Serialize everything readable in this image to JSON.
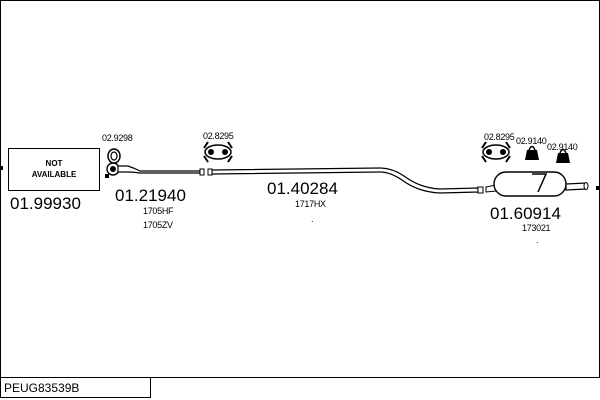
{
  "not_available": {
    "line1": "NOT",
    "line2": "AVAILABLE"
  },
  "parts": [
    {
      "number": "01.99930"
    },
    {
      "number": "01.21940",
      "refs": [
        "1705HF",
        "1705ZV"
      ]
    },
    {
      "number": "01.40284",
      "refs": [
        "1717HX"
      ]
    },
    {
      "number": "01.60914",
      "refs": [
        "173021"
      ]
    }
  ],
  "accessories": [
    "02.9298",
    "02.8295",
    "02.8295",
    "02.9140",
    "02.9140"
  ],
  "dots": [
    ".",
    "."
  ],
  "kit_code": "PEUG83539B"
}
